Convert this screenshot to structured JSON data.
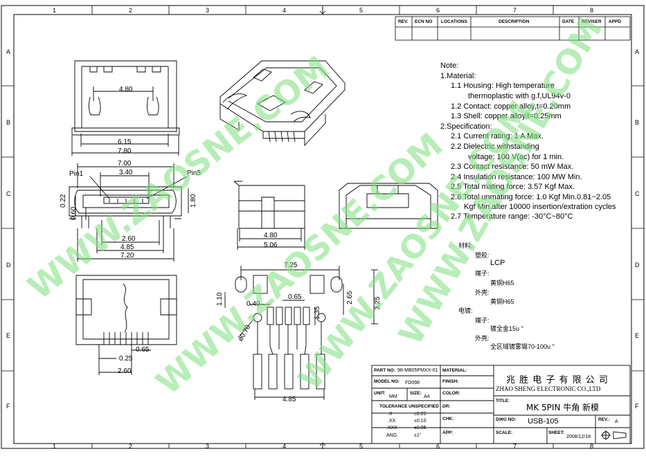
{
  "grid": {
    "cols": [
      "1",
      "2",
      "3",
      "4",
      "5",
      "6",
      "7",
      "8"
    ],
    "rows": [
      "A",
      "B",
      "C",
      "D",
      "E",
      "F"
    ]
  },
  "revision_table": {
    "headers": [
      "REV.",
      "ECN NO",
      "LOCATIONS",
      "DESCRIPTION",
      "DATE",
      "REVISER",
      "APPD"
    ]
  },
  "dims": {
    "top_view": [
      "4.80",
      "6.15",
      "7.80"
    ],
    "front_view": [
      "7.00",
      "3.40",
      "Pin1",
      "Pin5",
      "0.22",
      "0.60",
      "1.80",
      "2.60",
      "4.85",
      "7.20"
    ],
    "side_view": [
      "4.80",
      "5.06"
    ],
    "bottom_view": [
      "0.25",
      "0.65",
      "2.60"
    ],
    "pcb": [
      "7.25",
      "1.10",
      "0.40",
      "0.65",
      "2.65",
      "3.25",
      "1.35",
      "ø0.70",
      "4.85"
    ]
  },
  "notes": [
    "Note:",
    "1.Material:",
    "1.1  Housing: High temperature",
    "thermoplastic with g.f,UL94v-0",
    "1.2  Contact: copper alloy,t=0.20mm",
    "1.3  Shell: copper alloy,t=0.25mm",
    "2.Specification:",
    "2.1  Current rating: 1 A Max.",
    "2.2  Dielectric withstanding",
    "voltage: 100 V(ac) for 1 min.",
    "2.3  Contact resistance: 50 mW Max.",
    "2.4  Insulation resistance: 100 MW Min.",
    "2.5  Total mating force: 3.57 Kgf Max.",
    "2.6  Total unmating force: 1.0 Kgf Min.0.81~2.05",
    "Kgf Min.after 10000 insertion/extration cycles",
    "2.7  Temperature range: -30°C~80°C"
  ],
  "cn_notes": [
    "材料:",
    "塑胶:",
    "LCP",
    "端子:",
    "黄铜H65",
    "外壳:",
    "黄铜H65",
    "电镀:",
    "端子:",
    "镀全金15u \"",
    "外壳:",
    "全区域镀雾锡70-100u \""
  ],
  "title_block": {
    "part_no_label": "PART NO:",
    "part_no": "98-MB05PMXX-01",
    "material_label": "MATERIAL:",
    "model_no_label": "MODEL NO:",
    "model_no": "FD098",
    "finish_label": "FINISH:",
    "unit_label": "UNIT:",
    "unit": "MM",
    "size_label": "SIZE:",
    "size": "A4",
    "color_label": "COLOR:",
    "tolerance_label": "TOLERANCE UNSPECIFIED",
    "tol_rows": [
      [
        ".X",
        "±0.25"
      ],
      [
        ".XX",
        "±0.10"
      ],
      [
        ".XXX",
        "±0.05"
      ],
      [
        "ANG.",
        "±1°"
      ]
    ],
    "dr_label": "DR:",
    "chk_label": "CHK:",
    "app_label": "APP:",
    "company_cn": "兆 胜 电 子 有 限 公 司",
    "company_en": "ZHAO SHENG ELECTRONIC CO.,LTD",
    "title_label": "TITLE:",
    "title": "MK 5PIN 牛角 新模",
    "dwg_no_label": "DWG NO:",
    "dwg_no": "USB-105",
    "rev_label": "REV.:",
    "rev": "A",
    "scale_label": "SCALE:",
    "sheet_label": "SHEET:",
    "date": "2008/12/18"
  },
  "watermarks": [
    "WWW.ZAOSNE.COM",
    "WWW.ZAOSNE.COM",
    "WWW.ZAOSNE.COM",
    "WWW.ZAOSNE.COM"
  ]
}
